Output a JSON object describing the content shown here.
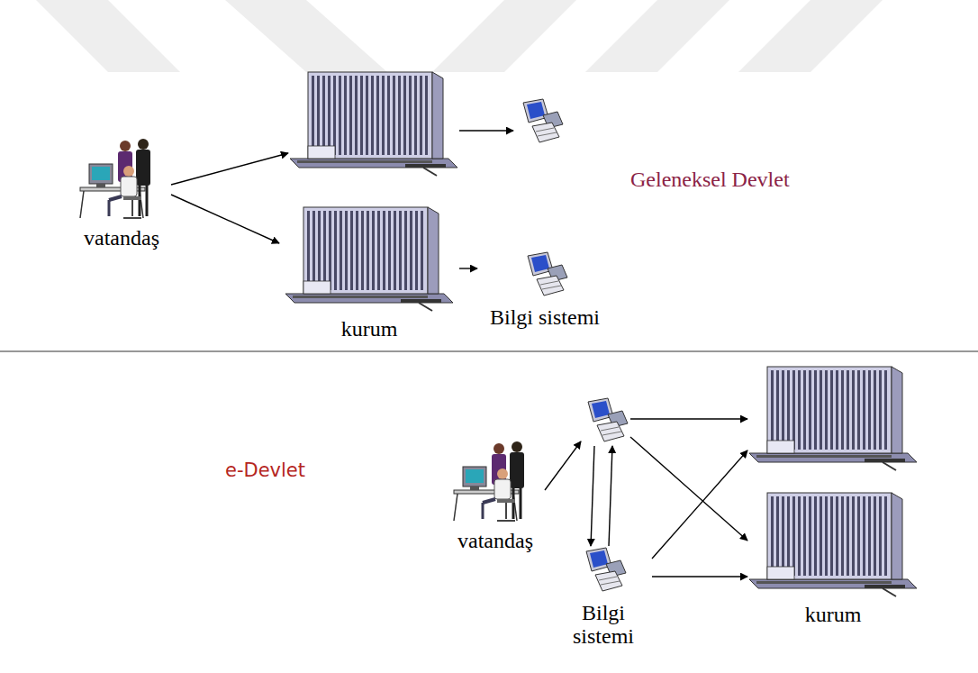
{
  "diagram": {
    "nodes": [
      {
        "text": [
          "vatandaş"
        ]
      },
      {
        "text": []
      },
      {
        "text": []
      },
      {
        "text": [
          "kurum"
        ]
      },
      {
        "text": [
          "Bilgi sistemi"
        ]
      },
      {
        "text": [
          "vatandaş"
        ]
      },
      {
        "text": []
      },
      {
        "text": [
          "Bilgi sistemi"
        ]
      },
      {
        "text": []
      },
      {
        "text": [
          "kurum"
        ]
      }
    ],
    "edges": [
      {
        "from": 0,
        "to": 1,
        "arrow": "to"
      },
      {
        "from": 0,
        "to": 3,
        "arrow": "to"
      },
      {
        "from": 1,
        "to": 2,
        "arrow": "to"
      },
      {
        "from": 3,
        "to": 4,
        "arrow": "to"
      },
      {
        "from": 5,
        "to": 6,
        "arrow": "to"
      },
      {
        "from": 6,
        "to": 7,
        "arrow": "to"
      },
      {
        "from": 7,
        "to": 6,
        "arrow": "to"
      },
      {
        "from": 6,
        "to": 8,
        "arrow": "to"
      },
      {
        "from": 6,
        "to": 9,
        "arrow": "to"
      },
      {
        "from": 7,
        "to": 8,
        "arrow": "to"
      },
      {
        "from": 7,
        "to": 9,
        "arrow": "to"
      }
    ],
    "labels": [
      "Geleneksel Devlet",
      "e-Devlet"
    ]
  }
}
